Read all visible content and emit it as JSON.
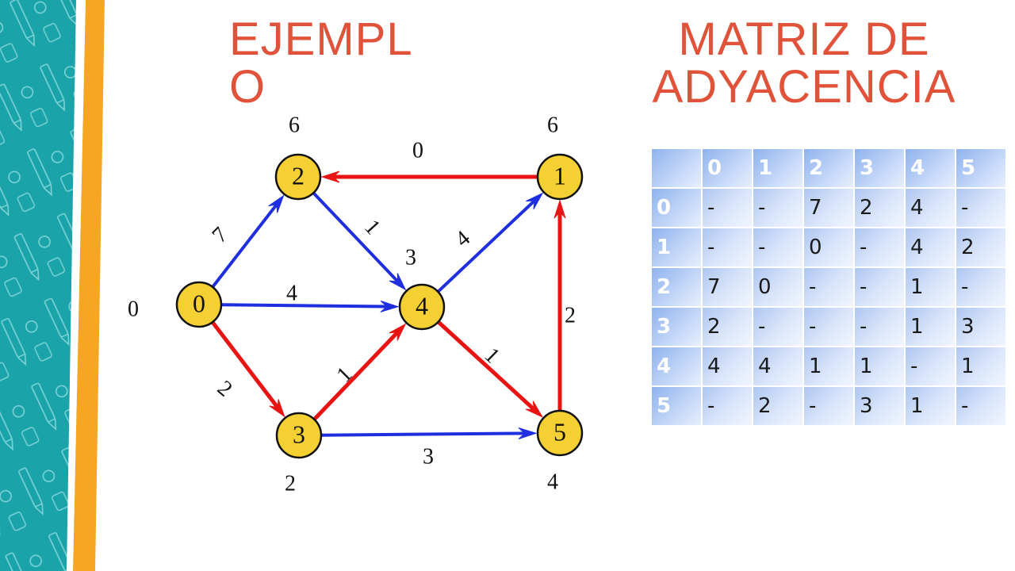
{
  "title_left": "EJEMPL\nO",
  "title_right": "MATRIZ DE\nADYACENCIA",
  "colors": {
    "title": "#e0533a",
    "node_fill": "#f5d033",
    "edge_blue": "#1f2fe0",
    "edge_red": "#e81414",
    "stripe_teal": "#1aa3a8",
    "stripe_orange": "#f6a623"
  },
  "graph": {
    "nodes": [
      {
        "id": "0",
        "label": "0",
        "distance": "0"
      },
      {
        "id": "1",
        "label": "1",
        "distance": "6"
      },
      {
        "id": "2",
        "label": "2",
        "distance": "6"
      },
      {
        "id": "3",
        "label": "3",
        "distance": "2"
      },
      {
        "id": "4",
        "label": "4",
        "distance": "3"
      },
      {
        "id": "5",
        "label": "5",
        "distance": "4"
      }
    ],
    "edges": [
      {
        "from": "0",
        "to": "2",
        "weight": "7",
        "color": "blue"
      },
      {
        "from": "0",
        "to": "4",
        "weight": "4",
        "color": "blue"
      },
      {
        "from": "0",
        "to": "3",
        "weight": "2",
        "color": "red"
      },
      {
        "from": "2",
        "to": "4",
        "weight": "1",
        "color": "blue"
      },
      {
        "from": "1",
        "to": "2",
        "weight": "0",
        "color": "red"
      },
      {
        "from": "4",
        "to": "1",
        "weight": "4",
        "color": "blue"
      },
      {
        "from": "3",
        "to": "4",
        "weight": "1",
        "color": "red"
      },
      {
        "from": "4",
        "to": "5",
        "weight": "1",
        "color": "red"
      },
      {
        "from": "3",
        "to": "5",
        "weight": "3",
        "color": "blue"
      },
      {
        "from": "5",
        "to": "1",
        "weight": "2",
        "color": "red"
      }
    ]
  },
  "matrix": {
    "header": [
      "",
      "0",
      "1",
      "2",
      "3",
      "4",
      "5"
    ],
    "rows": [
      [
        "0",
        "-",
        "-",
        "7",
        "2",
        "4",
        "-"
      ],
      [
        "1",
        "-",
        "-",
        "0",
        "-",
        "4",
        "2"
      ],
      [
        "2",
        "7",
        "0",
        "-",
        "-",
        "1",
        "-"
      ],
      [
        "3",
        "2",
        "-",
        "-",
        "-",
        "1",
        "3"
      ],
      [
        "4",
        "4",
        "4",
        "1",
        "1",
        "-",
        "1"
      ],
      [
        "5",
        "-",
        "2",
        "-",
        "3",
        "1",
        "-"
      ]
    ]
  }
}
